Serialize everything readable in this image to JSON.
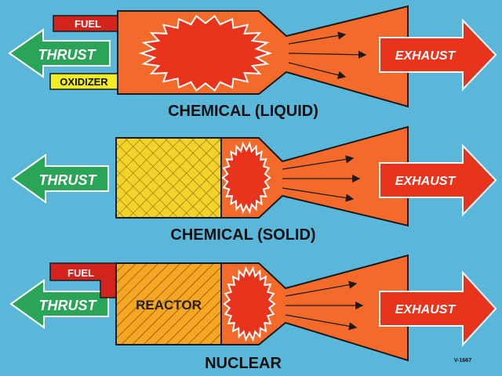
{
  "colors": {
    "background": "#5ab7d9",
    "engine_body": "#f36a2b",
    "combustion": "#e8341d",
    "thrust_arrow": "#2aa457",
    "fuel_box": "#d2231c",
    "oxidizer_box": "#f2ec24",
    "solid_grain": "#f2d32a",
    "reactor_fill": "#f5a623",
    "outline": "#1a1a1a",
    "white": "#ffffff"
  },
  "engines": [
    {
      "caption": "CHEMICAL (LIQUID)",
      "thrust_label": "THRUST",
      "exhaust_label": "EXHAUST",
      "inputs": [
        {
          "label": "FUEL",
          "color_key": "fuel_box",
          "text_color": "#ffffff"
        },
        {
          "label": "OXIDIZER",
          "color_key": "oxidizer_box",
          "text_color": "#111111"
        }
      ]
    },
    {
      "caption": "CHEMICAL (SOLID)",
      "thrust_label": "THRUST",
      "exhaust_label": "EXHAUST",
      "propellant": "solid-grain"
    },
    {
      "caption": "NUCLEAR",
      "thrust_label": "THRUST",
      "exhaust_label": "EXHAUST",
      "inputs": [
        {
          "label": "FUEL",
          "color_key": "fuel_box",
          "text_color": "#ffffff"
        }
      ],
      "core_label": "REACTOR"
    }
  ],
  "figure_id": "V-1667"
}
